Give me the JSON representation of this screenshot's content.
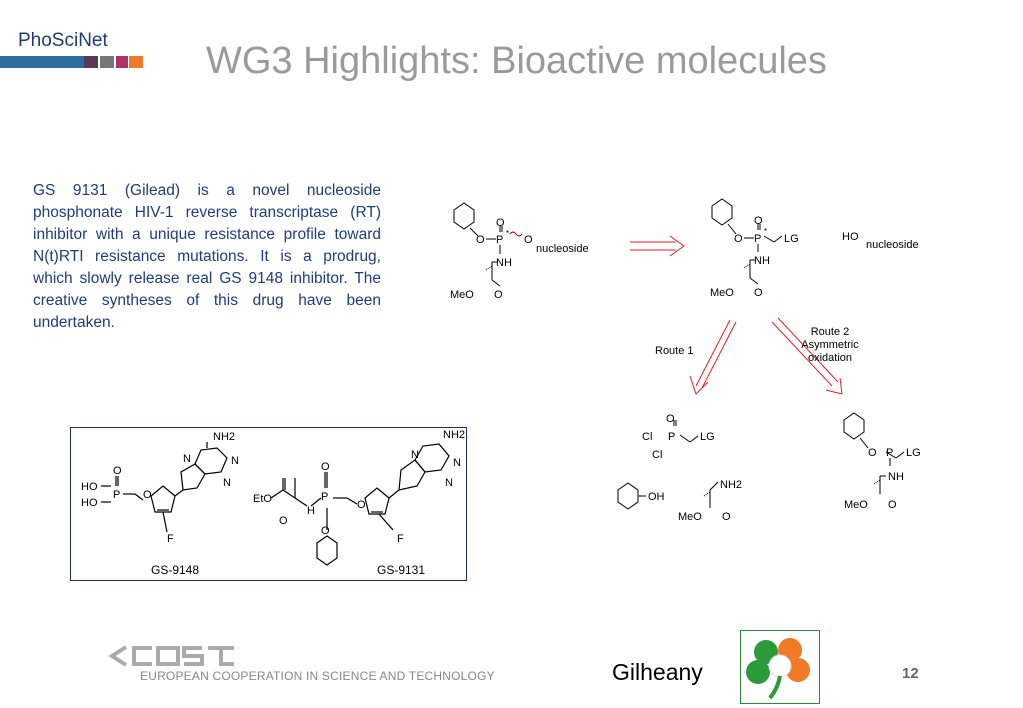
{
  "header": {
    "brand": "PhoSciNet",
    "title": "WG3 Highlights: Bioactive molecules",
    "stripe_colors": [
      "#2e6e9e",
      "#5a3a5a",
      "#b0306a",
      "#f07a28"
    ]
  },
  "body_text": "GS 9131 (Gilead) is a novel nucleoside phosphonate HIV-1 reverse transcriptase (RT) inhibitor with a unique resistance profile toward N(t)RTI resistance mutations. It is a prodrug, which slowly release real GS 9148 inhibitor. The creative syntheses of this drug have been undertaken.",
  "structures": {
    "left_caption": "GS-9148",
    "right_caption": "GS-9131",
    "nh2": "NH2",
    "n": "N",
    "f": "F",
    "o": "O",
    "p": "P",
    "ho": "HO",
    "eto": "EtO",
    "h": "H"
  },
  "scheme": {
    "nucleoside": "nucleoside",
    "ho_nucleoside": "HO",
    "lg": "LG",
    "nh": "NH",
    "meo": "MeO",
    "o": "O",
    "p": "P",
    "cl": "Cl",
    "oh": "OH",
    "nh2": "NH2",
    "route1": "Route 1",
    "route2_line1": "Route 2",
    "route2_line2": "Asymmetric",
    "route2_line3": "oxidation",
    "star": "*"
  },
  "footer": {
    "cost_sub": "EUROPEAN COOPERATION IN SCIENCE AND TECHNOLOGY",
    "author": "Gilheany",
    "page_number": "12"
  }
}
